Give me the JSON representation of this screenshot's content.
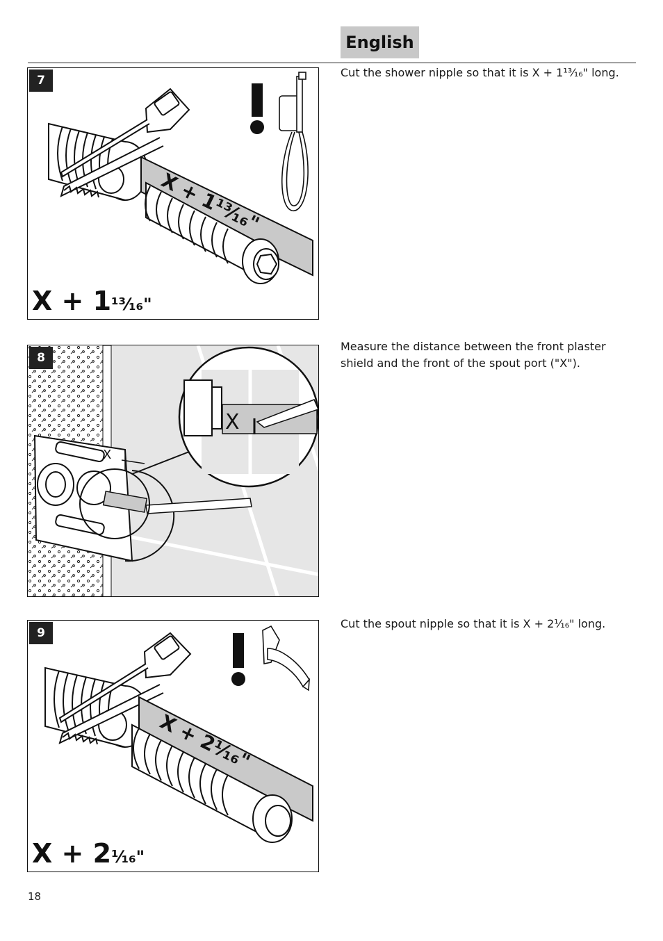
{
  "header": {
    "language": "English"
  },
  "steps": [
    {
      "number": "7",
      "text": "Cut the shower nipple so that it is X + 1¹³⁄₁₆\" long.",
      "formula_main": "X + 1",
      "formula_frac": "¹³⁄₁₆\"",
      "ruler_label": "X + 1¹³⁄₁₆\""
    },
    {
      "number": "8",
      "text": "Measure the distance between the front plaster shield and the front of the spout port (\"X\").",
      "callout_label": "X"
    },
    {
      "number": "9",
      "text": "Cut the spout nipple so that it is X + 2¹⁄₁₆\" long.",
      "formula_main": "X + 2",
      "formula_frac": "¹⁄₁₆\"",
      "ruler_label": "X + 2¹⁄₁₆\""
    }
  ],
  "page_number": "18"
}
